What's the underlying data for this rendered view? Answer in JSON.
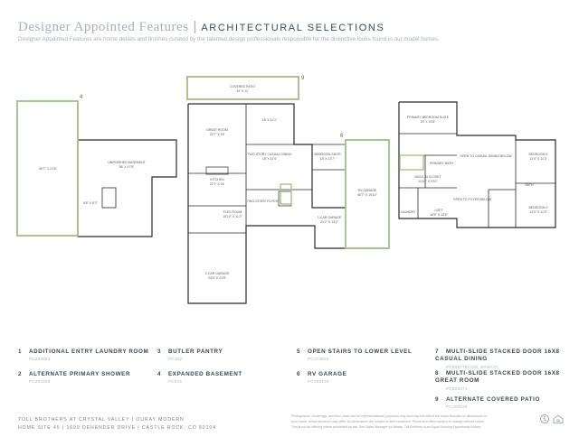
{
  "header": {
    "title": "Designer Appointed Features",
    "separator": "|",
    "subtitle": "ARCHITECTURAL SELECTIONS",
    "description": "Designer Appointed Features are home details and finishes curated by the talented design professionals responsible for the distinctive looks found in our model homes."
  },
  "plan": {
    "rooms": {
      "covered_patio": "COVERED PATIO",
      "patio_size": "42' X 11'",
      "great_room": "GREAT ROOM",
      "great_room_size": "22'7\" X 18'",
      "dining": "15' X 11'1\"",
      "casual_dining": "TWO-STORY CASUAL DINING",
      "casual_dining_size": "18' X 11'4\"",
      "bedroom_suite": "BEDROOM SUITE",
      "bedroom_suite_size": "15' X 13'7\"",
      "kitchen": "KITCHEN",
      "kitchen_size": "22'7\" X 16'",
      "flex_room": "FLEX ROOM",
      "flex_room_size": "15'10\" X 11'2\"",
      "two_story_foyer": "TWO-STORY FOYER",
      "rv_garage": "RV GARAGE",
      "rv_garage_size": "46'7\" X 15'10\"",
      "one_car_garage": "1-CAR GARAGE",
      "one_car_garage_size": "23'2\" X 13'2\"",
      "two_car_garage": "2-CAR GARAGE",
      "two_car_garage_size": "24'6\" X 21'5\"",
      "unfinished_basement": "UNFINISHED BASEMENT",
      "basement_size": "56' X 17'5\"",
      "basement_room": "60'7\" X 21'6\"",
      "basement_small": "9'6\" X 8'2\"",
      "primary_suite": "PRIMARY BEDROOM SUITE",
      "primary_suite_size": "20' X 15'8\"",
      "primary_bath": "PRIMARY BATH",
      "walk_in_closet": "WALK-IN CLOSET",
      "walk_in_closet_size": "11'10\" X 9'10\"",
      "loft": "LOFT",
      "loft_size": "16'9\" X 15'5\"",
      "open_casual": "OPEN TO CASUAL DINING BELOW",
      "open_foyer": "OPEN TO FOYER BELOW",
      "bedroom_4": "BEDROOM 4",
      "bedroom_4_size": "13'4\" X 11'3\"",
      "bedroom_3": "BEDROOM 3",
      "bedroom_3_size": "14'3\" X 11'3\"",
      "laundry": "LAUNDRY",
      "bath": "BATH"
    },
    "markers": [
      "9",
      "4",
      "6"
    ]
  },
  "options": [
    {
      "num": "1",
      "name": "ADDITIONAL ENTRY LAUNDRY ROOM",
      "code": "PC283461"
    },
    {
      "num": "2",
      "name": "ALTERNATE PRIMARY SHOWER",
      "code": "PC283285"
    },
    {
      "num": "3",
      "name": "BUTLER PANTRY",
      "code": "PC162"
    },
    {
      "num": "4",
      "name": "EXPANDED BASEMENT",
      "code": "PC045"
    },
    {
      "num": "5",
      "name": "OPEN STAIRS TO LOWER LEVEL",
      "code": "PC174825"
    },
    {
      "num": "6",
      "name": "RV GARAGE",
      "code": "PC268130"
    },
    {
      "num": "7",
      "name": "MULTI-SLIDE STACKED DOOR 16X8 CASUAL DINING",
      "code": "PC505779COM_WH4ATA"
    },
    {
      "num": "8",
      "name": "MULTI-SLIDE STACKED DOOR 16X8 GREAT ROOM",
      "code": "PC506071"
    },
    {
      "num": "9",
      "name": "ALTERNATE COVERED PATIO",
      "code": "PC185539"
    }
  ],
  "footer": {
    "line1": "TOLL BROTHERS AT CRYSTAL VALLEY | OURAY MODERN",
    "line2": "HOME SITE 45 | 1699 DEHENDER DRIVE | CASTLE ROCK, CO 80104",
    "disclaimer1": "Photographs, renderings, and floor plans are for representational purposes only and may not reflect the exact floorplan or dimensions of",
    "disclaimer2": "your home, actual structure may differ. All dimensions are subject to field variations. Prices and offers subject to change without notice.",
    "disclaimer3": "This is not an offering where prohibited by law. See Sales Manager for details. Toll Brothers is an Equal Housing Opportunity Builder."
  },
  "colors": {
    "highlight": "#a9c08c",
    "wall": "#2b2b2b",
    "text_dark": "#3c4650"
  }
}
